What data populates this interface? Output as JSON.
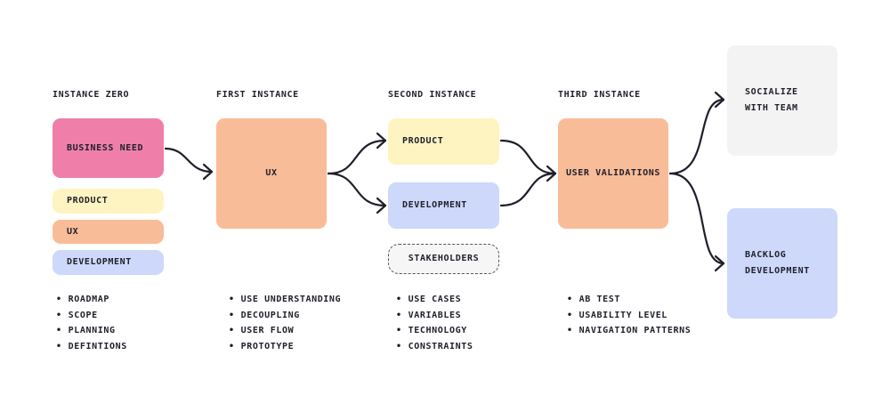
{
  "columns": {
    "zero": {
      "heading": "INSTANCE ZERO",
      "business_need": "BUSINESS NEED",
      "tags": [
        "PRODUCT",
        "UX",
        "DEVELOPMENT"
      ],
      "bullets": [
        "ROADMAP",
        "SCOPE",
        "PLANNING",
        "DEFINTIONS"
      ]
    },
    "first": {
      "heading": "FIRST INSTANCE",
      "box": "UX",
      "bullets": [
        "USE UNDERSTANDING",
        "DECOUPLING",
        "USER FLOW",
        "PROTOTYPE"
      ]
    },
    "second": {
      "heading": "SECOND INSTANCE",
      "product": "PRODUCT",
      "development": "DEVELOPMENT",
      "stakeholders": "STAKEHOLDERS",
      "bullets": [
        "USE CASES",
        "VARIABLES",
        "TECHNOLOGY",
        "CONSTRAINTS"
      ]
    },
    "third": {
      "heading": "THIRD INSTANCE",
      "box": "USER VALIDATIONS",
      "bullets": [
        "AB TEST",
        "USABILITY LEVEL",
        "NAVIGATION PATTERNS"
      ]
    },
    "outcomes": {
      "socialize": "SOCIALIZE WITH TEAM",
      "backlog": "BACKLOG DEVELOPMENT"
    }
  },
  "colors": {
    "business_need": "#ef7fa9",
    "ux": "#f9bc98",
    "product": "#fef4c1",
    "development": "#cdd8fa",
    "socialize": "#f3f3f3",
    "arrow": "#1f1f2b"
  }
}
